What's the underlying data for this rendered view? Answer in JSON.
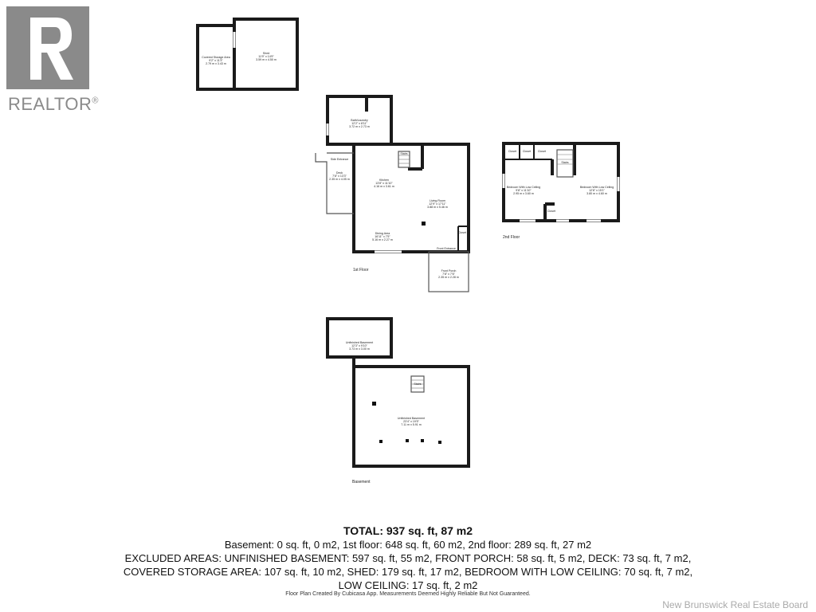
{
  "logo": {
    "text": "REALTOR",
    "mark": "®"
  },
  "rooms": {
    "covered_storage": {
      "name": "Covered Storage Area",
      "dims": "9'2\" x 11'3\"",
      "metric": "2.79 m x 3.43 m"
    },
    "shed": {
      "name": "Shed",
      "dims": "11'9\" x 14'9\"",
      "metric": "3.59 m x 4.50 m"
    },
    "bath_laundry": {
      "name": "Bath/Laundry",
      "dims": "12'2\" x 8'11\"",
      "metric": "3.72 m x 2.73 m"
    },
    "kitchen": {
      "name": "Kitchen",
      "dims": "13'8\" x 11'10\"",
      "metric": "4.16 m x 3.61 m"
    },
    "living_room": {
      "name": "Living Room",
      "dims": "12'9\" x 17'11\"",
      "metric": "3.88 m x 5.46 m"
    },
    "dining_area": {
      "name": "Dining Area",
      "dims": "16'11\" x 7'5\"",
      "metric": "5.16 m x 2.27 m"
    },
    "deck": {
      "name": "Deck",
      "dims": "7'8\" x 13'3\"",
      "metric": "2.35 m x 4.05 m"
    },
    "front_porch": {
      "name": "Front Porch",
      "dims": "7'8\" x 7'6\"",
      "metric": "2.35 m x 2.28 m"
    },
    "bedroom_a": {
      "name": "Bedroom With Low Ceiling",
      "dims": "9'8\" x 11'10\"",
      "metric": "2.95 m x 3.60 m"
    },
    "bedroom_b": {
      "name": "Bedroom With Low Ceiling",
      "dims": "12'6\" x 15'1\"",
      "metric": "3.80 m x 4.60 m"
    },
    "unfinished_small": {
      "name": "Unfinished Basement",
      "dims": "12'3\" x 9'10\"",
      "metric": "3.73 m x 3.00 m"
    },
    "unfinished_main": {
      "name": "Unfinished Basement",
      "dims": "23'4\" x 19'5\"",
      "metric": "7.11 m x 5.91 m"
    }
  },
  "labels": {
    "side_entrance": "Side Entrance",
    "front_entrance": "Front Entrance",
    "stairs": "Stairs",
    "closet": "Closet",
    "floor_1": "1st Floor",
    "floor_2": "2nd Floor",
    "basement": "Basement"
  },
  "summary": {
    "total": "TOTAL: 937 sq. ft, 87 m2",
    "line1": "Basement: 0 sq. ft, 0 m2, 1st floor: 648 sq. ft, 60 m2, 2nd floor: 289 sq. ft, 27 m2",
    "line2": "EXCLUDED AREAS: UNFINISHED BASEMENT: 597 sq. ft, 55 m2, FRONT PORCH: 58 sq. ft, 5 m2, DECK: 73 sq. ft, 7 m2,",
    "line3": "COVERED STORAGE AREA: 107 sq. ft, 10 m2, SHED: 179 sq. ft, 17 m2, BEDROOM WITH LOW CEILING: 70 sq. ft, 7 m2,",
    "line4": "LOW CEILING: 17 sq. ft, 2 m2"
  },
  "credit": "Floor Plan Created By Cubicasa App. Measurements Deemed Highly Reliable But Not Guaranteed.",
  "board": "New Brunswick Real Estate Board"
}
